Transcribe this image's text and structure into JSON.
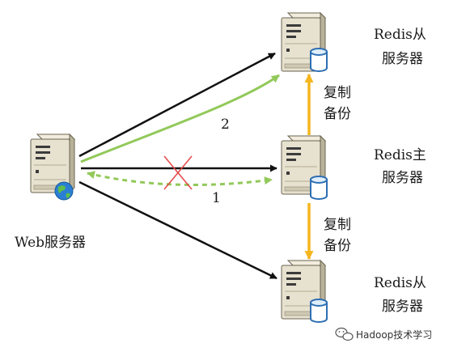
{
  "nodes": {
    "web_server": {
      "label": "Web服务器"
    },
    "redis_slave_top": {
      "label_line1": "Redis从",
      "label_line2": "服务器"
    },
    "redis_master": {
      "label_line1": "Redis主",
      "label_line2": "服务器"
    },
    "redis_slave_bottom": {
      "label_line1": "Redis从",
      "label_line2": "服务器"
    }
  },
  "edges": {
    "replication_top": {
      "line1": "复制",
      "line2": "备份"
    },
    "replication_bottom": {
      "line1": "复制",
      "line2": "备份"
    },
    "failover_path_label": "2",
    "failed_path_label": "1"
  },
  "watermark": {
    "text": "Hadoop技术学习",
    "icon": "wechat-icon"
  },
  "colors": {
    "edge_black": "#111111",
    "edge_green": "#92c95a",
    "edge_yellow": "#f5b51e",
    "failure_cross": "#e34848",
    "server_body": "#e7e1cf",
    "database": "#2e6fb3"
  }
}
